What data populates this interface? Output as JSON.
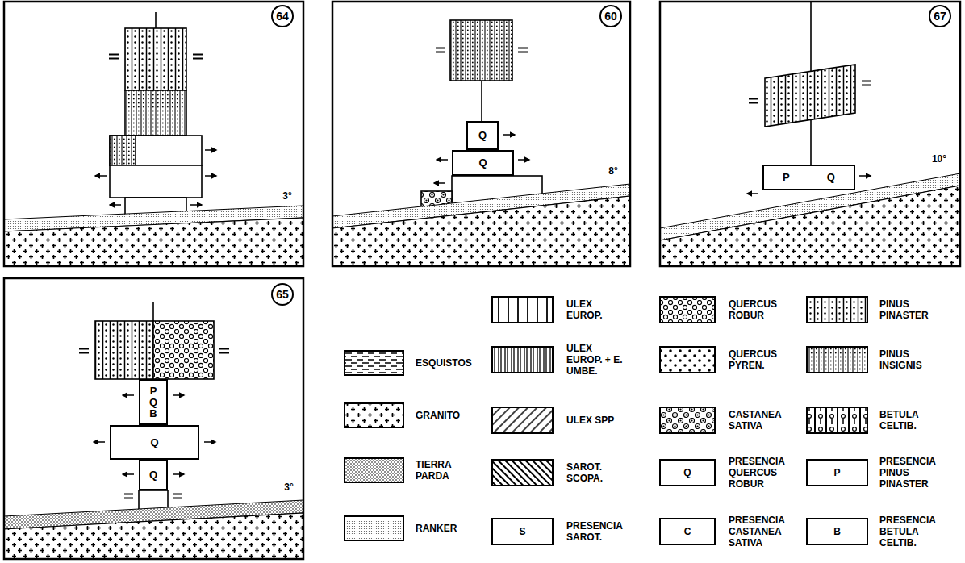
{
  "diagram": {
    "nodes": [
      {
        "text": [
          "64"
        ]
      },
      {
        "text": [
          "60"
        ]
      },
      {
        "text": [
          "Q"
        ]
      },
      {
        "text": [
          "Q"
        ]
      },
      {
        "text": [
          "67"
        ]
      },
      {
        "text": [
          "P",
          "Q"
        ]
      },
      {
        "text": [
          "65"
        ]
      },
      {
        "text": [
          "P",
          "Q",
          "B"
        ]
      },
      {
        "text": [
          "Q"
        ]
      },
      {
        "text": [
          "Q"
        ]
      }
    ],
    "labels": [
      "3°",
      "8°",
      "10°",
      "3°",
      "S",
      "Q",
      "C",
      "P",
      "B"
    ],
    "legend": [
      {
        "text": "ESQUISTOS"
      },
      {
        "text": "GRANITO"
      },
      {
        "text": "TIERRA PARDA"
      },
      {
        "text": "RANKER"
      },
      {
        "text": "ULEX EUROP."
      },
      {
        "text": "ULEX EUROP. + E. UMBE."
      },
      {
        "text": "ULEX SPP"
      },
      {
        "text": "SAROT. SCOPA."
      },
      {
        "text": "PRESENCIA SAROT."
      },
      {
        "text": "QUERCUS ROBUR"
      },
      {
        "text": "QUERCUS PYREN."
      },
      {
        "text": "CASTANEA SATIVA"
      },
      {
        "text": "PRESENCIA QUERCUS ROBUR"
      },
      {
        "text": "PRESENCIA CASTANEA SATIVA"
      },
      {
        "text": "PINUS PINASTER"
      },
      {
        "text": "PINUS INSIGNIS"
      },
      {
        "text": "BETULA CELTIB."
      },
      {
        "text": "PRESENCIA PINUS PINASTER"
      },
      {
        "text": "PRESENCIA BETULA CELTIB."
      }
    ]
  }
}
